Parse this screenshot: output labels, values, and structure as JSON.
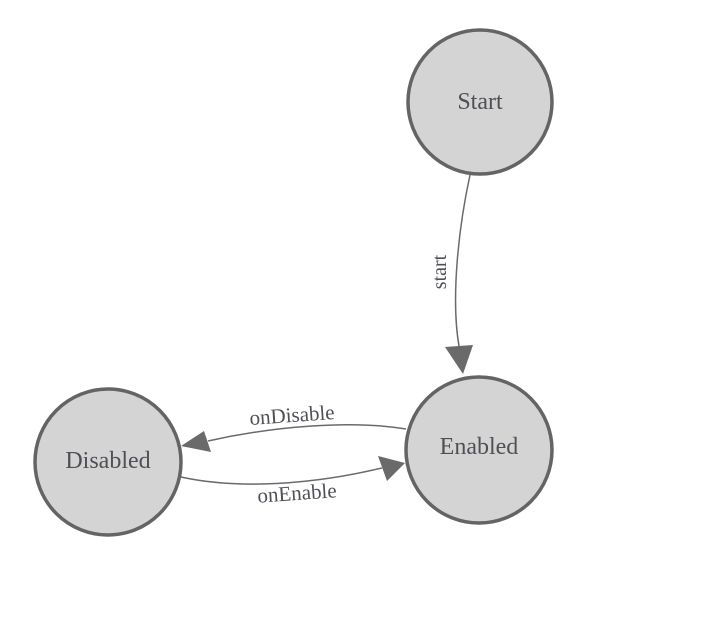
{
  "diagram": {
    "kind": "state-machine",
    "colors": {
      "background": "#ffffff",
      "node_fill": "#d4d4d4",
      "node_stroke": "#646464",
      "edge_color": "#6a6a6a",
      "text_color": "#4f4f56"
    },
    "nodes": [
      {
        "id": "Start",
        "label": "Start"
      },
      {
        "id": "Enabled",
        "label": "Enabled"
      },
      {
        "id": "Disabled",
        "label": "Disabled"
      }
    ],
    "edges": [
      {
        "from": "Start",
        "to": "Enabled",
        "label": "start"
      },
      {
        "from": "Enabled",
        "to": "Disabled",
        "label": "onDisable"
      },
      {
        "from": "Disabled",
        "to": "Enabled",
        "label": "onEnable"
      }
    ]
  }
}
